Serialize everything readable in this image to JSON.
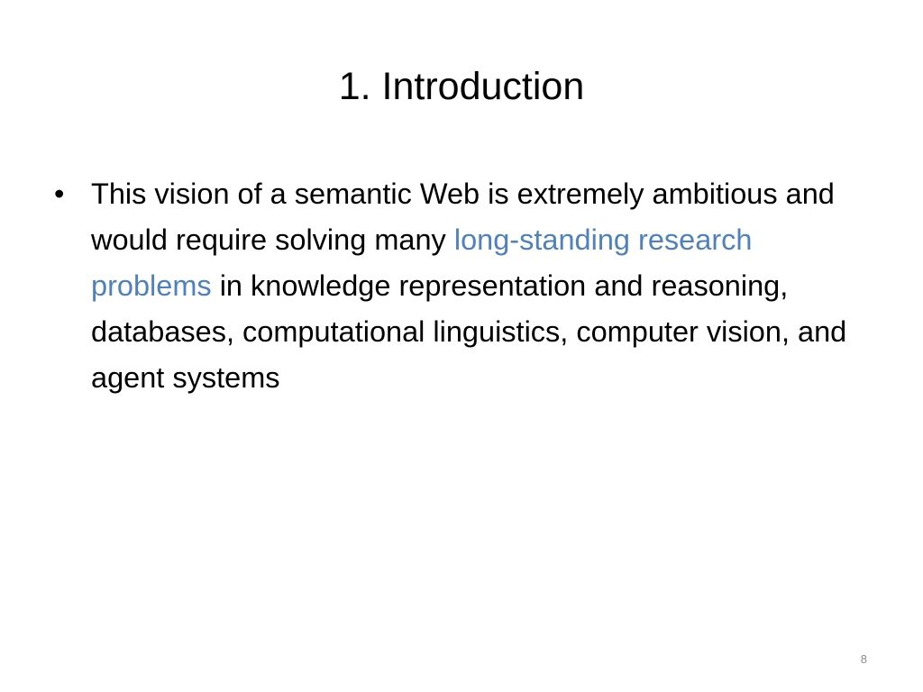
{
  "slide": {
    "title": "1. Introduction",
    "bullets": [
      {
        "marker": "•",
        "text_before": "This vision of a semantic Web is extremely ambitious and would require solving many ",
        "highlight": "long-standing research problems",
        "text_after": " in knowledge representation and reasoning, databases, computational linguistics, computer vision, and agent systems"
      }
    ],
    "page_number": "8"
  },
  "colors": {
    "background": "#ffffff",
    "text": "#000000",
    "highlight": "#4f81bd",
    "page_number": "#8c8c8c"
  }
}
